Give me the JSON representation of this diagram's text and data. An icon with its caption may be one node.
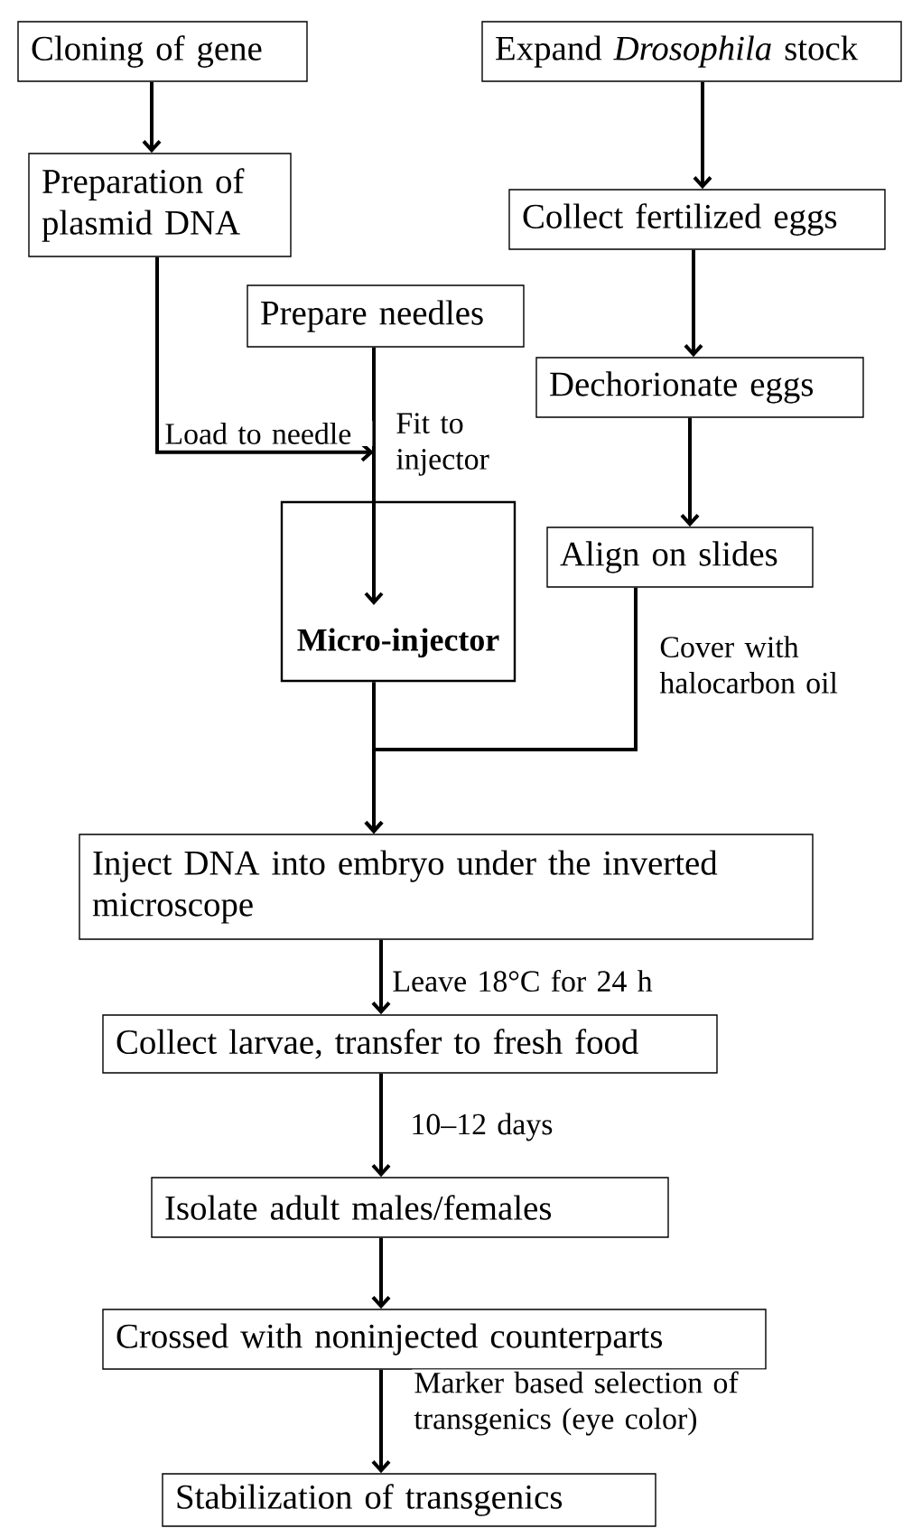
{
  "diagram": {
    "nodes": [
      {
        "text": [
          "Cloning of gene"
        ]
      },
      {
        "text": [
          "Preparation of plasmid DNA"
        ]
      },
      {
        "text": [
          "Expand *Drosophila* stock"
        ]
      },
      {
        "text": [
          "Collect fertilized eggs"
        ]
      },
      {
        "text": [
          "Prepare needles"
        ]
      },
      {
        "text": [
          "Dechorionate eggs"
        ]
      },
      {
        "text": [
          "Micro-injector"
        ]
      },
      {
        "text": [
          "Align on slides"
        ]
      },
      {
        "text": [
          "Inject DNA into embryo under the inverted microscope"
        ]
      },
      {
        "text": [
          "Collect larvae, transfer to fresh food"
        ]
      },
      {
        "text": [
          "Isolate adult males/females"
        ]
      },
      {
        "text": [
          "Crossed with noninjected counterparts"
        ]
      },
      {
        "text": [
          "Stabilization of transgenics"
        ]
      }
    ],
    "edges": [
      {
        "from": 0,
        "to": 1,
        "arrow": "to"
      },
      {
        "from": 2,
        "to": 3,
        "arrow": "to"
      },
      {
        "from": 3,
        "to": 5,
        "arrow": "to"
      },
      {
        "from": 5,
        "to": 7,
        "arrow": "to"
      },
      {
        "from": 1,
        "to": 6,
        "arrow": "to",
        "label": "Load to needle"
      },
      {
        "from": 4,
        "to": 6,
        "arrow": "to",
        "label": "Fit to injector"
      },
      {
        "from": 6,
        "to": 8,
        "arrow": "to"
      },
      {
        "from": 7,
        "to": 8,
        "arrow": "to",
        "label": "Cover with halocarbon oil"
      },
      {
        "from": 8,
        "to": 9,
        "arrow": "to",
        "label": "Leave 18°C for 24 h"
      },
      {
        "from": 9,
        "to": 10,
        "arrow": "to",
        "label": "10–12 days"
      },
      {
        "from": 10,
        "to": 11,
        "arrow": "to"
      },
      {
        "from": 11,
        "to": 12,
        "arrow": "to",
        "label": "Marker based selection of transgenics (eye color)"
      }
    ]
  }
}
